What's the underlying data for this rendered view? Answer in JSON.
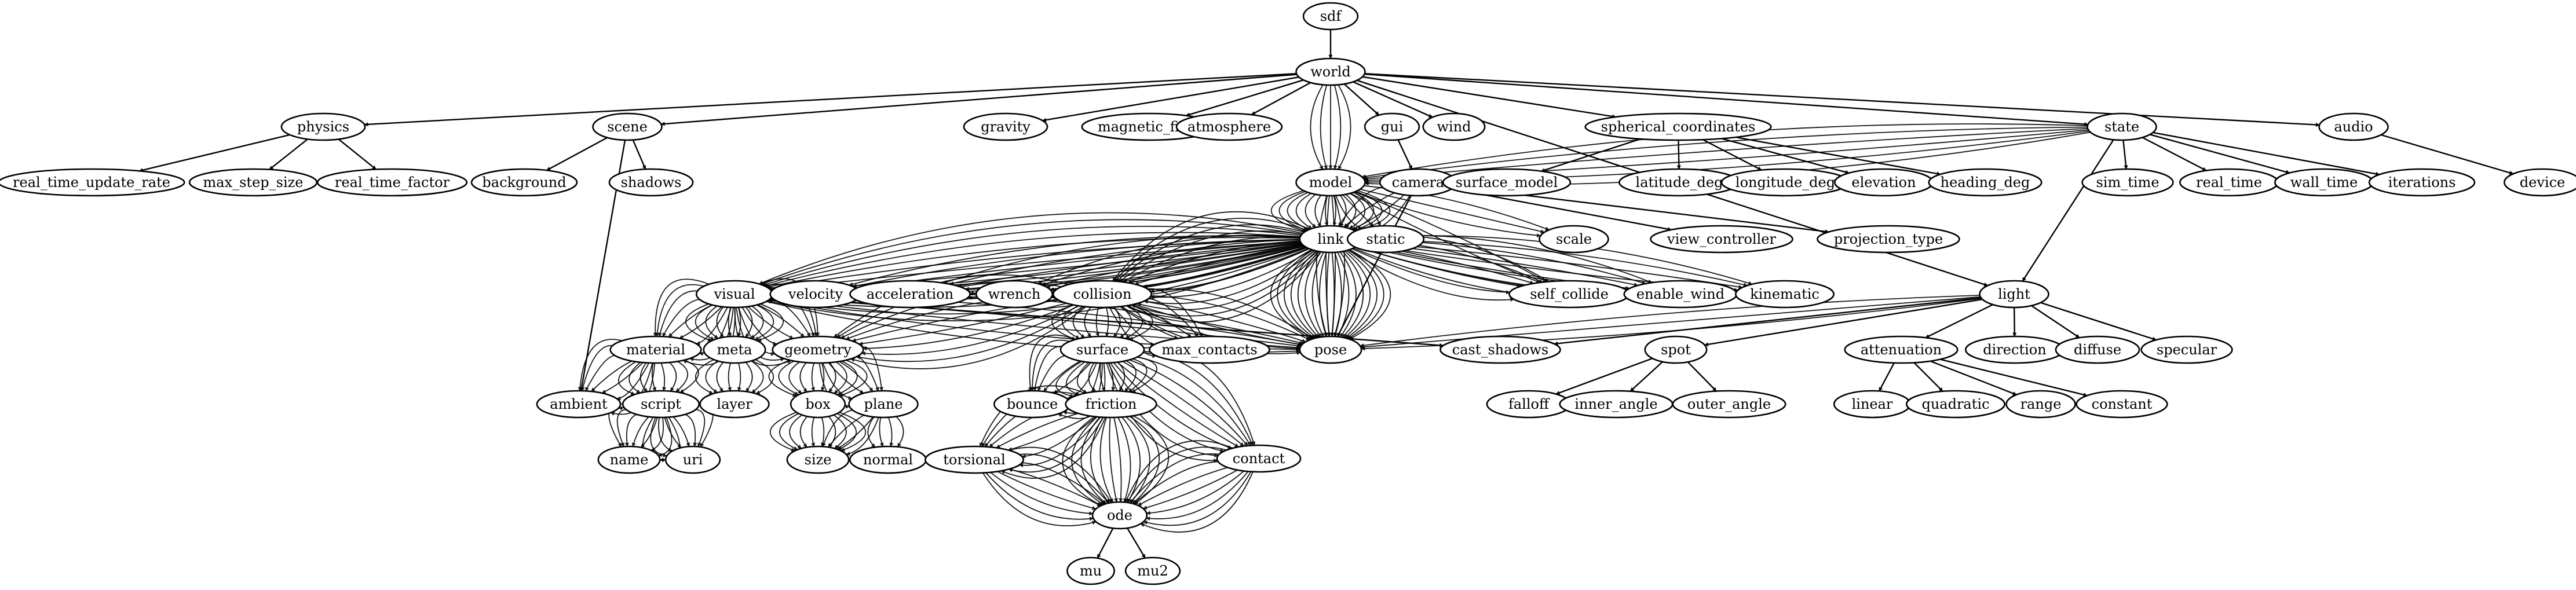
{
  "nodes": {
    "sdf": "sdf",
    "world": "world",
    "physics": "physics",
    "scene": "scene",
    "gravity": "gravity",
    "magnetic_field": "magnetic_field",
    "atmosphere": "atmosphere",
    "gui": "gui",
    "wind": "wind",
    "spherical_coordinates": "spherical_coordinates",
    "state": "state",
    "audio": "audio",
    "real_time_update_rate": "real_time_update_rate",
    "max_step_size": "max_step_size",
    "real_time_factor": "real_time_factor",
    "background": "background",
    "shadows": "shadows",
    "model": "model",
    "camera": "camera",
    "surface_model": "surface_model",
    "latitude_deg": "latitude_deg",
    "longitude_deg": "longitude_deg",
    "elevation": "elevation",
    "heading_deg": "heading_deg",
    "sim_time": "sim_time",
    "real_time": "real_time",
    "wall_time": "wall_time",
    "iterations": "iterations",
    "device": "device",
    "link": "link",
    "static": "static",
    "scale": "scale",
    "view_controller": "view_controller",
    "projection_type": "projection_type",
    "visual": "visual",
    "velocity": "velocity",
    "acceleration": "acceleration",
    "wrench": "wrench",
    "collision": "collision",
    "self_collide": "self_collide",
    "enable_wind": "enable_wind",
    "kinematic": "kinematic",
    "light": "light",
    "material": "material",
    "meta": "meta",
    "geometry": "geometry",
    "surface": "surface",
    "max_contacts": "max_contacts",
    "pose": "pose",
    "cast_shadows": "cast_shadows",
    "spot": "spot",
    "attenuation": "attenuation",
    "direction": "direction",
    "diffuse": "diffuse",
    "specular": "specular",
    "ambient": "ambient",
    "script": "script",
    "layer": "layer",
    "box": "box",
    "plane": "plane",
    "bounce": "bounce",
    "friction": "friction",
    "contact": "contact",
    "falloff": "falloff",
    "inner_angle": "inner_angle",
    "outer_angle": "outer_angle",
    "linear": "linear",
    "quadratic": "quadratic",
    "range": "range",
    "constant": "constant",
    "name": "name",
    "uri": "uri",
    "size": "size",
    "normal": "normal",
    "torsional": "torsional",
    "ode": "ode",
    "mu": "mu",
    "mu2": "mu2"
  },
  "edges": [
    [
      "sdf",
      "world",
      1
    ],
    [
      "world",
      "physics",
      1
    ],
    [
      "world",
      "scene",
      1
    ],
    [
      "world",
      "gravity",
      1
    ],
    [
      "world",
      "magnetic_field",
      1
    ],
    [
      "world",
      "atmosphere",
      1
    ],
    [
      "world",
      "gui",
      1
    ],
    [
      "world",
      "wind",
      1
    ],
    [
      "world",
      "spherical_coordinates",
      1
    ],
    [
      "world",
      "state",
      1
    ],
    [
      "world",
      "audio",
      1
    ],
    [
      "world",
      "model",
      5
    ],
    [
      "world",
      "light",
      1
    ],
    [
      "physics",
      "real_time_update_rate",
      1
    ],
    [
      "physics",
      "max_step_size",
      1
    ],
    [
      "physics",
      "real_time_factor",
      1
    ],
    [
      "scene",
      "background",
      1
    ],
    [
      "scene",
      "shadows",
      1
    ],
    [
      "scene",
      "ambient",
      1
    ],
    [
      "gui",
      "camera",
      1
    ],
    [
      "spherical_coordinates",
      "surface_model",
      1
    ],
    [
      "spherical_coordinates",
      "latitude_deg",
      1
    ],
    [
      "spherical_coordinates",
      "longitude_deg",
      1
    ],
    [
      "spherical_coordinates",
      "elevation",
      1
    ],
    [
      "spherical_coordinates",
      "heading_deg",
      1
    ],
    [
      "state",
      "model",
      6
    ],
    [
      "state",
      "sim_time",
      1
    ],
    [
      "state",
      "real_time",
      1
    ],
    [
      "state",
      "wall_time",
      1
    ],
    [
      "state",
      "iterations",
      1
    ],
    [
      "state",
      "light",
      1
    ],
    [
      "audio",
      "device",
      1
    ],
    [
      "model",
      "link",
      14
    ],
    [
      "model",
      "static",
      3
    ],
    [
      "model",
      "scale",
      3
    ],
    [
      "model",
      "pose",
      4
    ],
    [
      "model",
      "self_collide",
      2
    ],
    [
      "camera",
      "view_controller",
      1
    ],
    [
      "camera",
      "projection_type",
      1
    ],
    [
      "camera",
      "pose",
      1
    ],
    [
      "camera",
      "link",
      4
    ],
    [
      "link",
      "visual",
      14
    ],
    [
      "link",
      "velocity",
      6
    ],
    [
      "link",
      "acceleration",
      6
    ],
    [
      "link",
      "wrench",
      6
    ],
    [
      "link",
      "collision",
      14
    ],
    [
      "link",
      "self_collide",
      6
    ],
    [
      "link",
      "enable_wind",
      6
    ],
    [
      "link",
      "kinematic",
      6
    ],
    [
      "link",
      "pose",
      18
    ],
    [
      "visual",
      "material",
      10
    ],
    [
      "visual",
      "meta",
      10
    ],
    [
      "visual",
      "geometry",
      10
    ],
    [
      "visual",
      "pose",
      6
    ],
    [
      "visual",
      "cast_shadows",
      1
    ],
    [
      "collision",
      "geometry",
      10
    ],
    [
      "collision",
      "surface",
      10
    ],
    [
      "collision",
      "max_contacts",
      6
    ],
    [
      "collision",
      "pose",
      6
    ],
    [
      "light",
      "pose",
      3
    ],
    [
      "light",
      "cast_shadows",
      1
    ],
    [
      "light",
      "spot",
      1
    ],
    [
      "light",
      "attenuation",
      1
    ],
    [
      "light",
      "direction",
      1
    ],
    [
      "light",
      "diffuse",
      1
    ],
    [
      "light",
      "specular",
      1
    ],
    [
      "material",
      "ambient",
      8
    ],
    [
      "material",
      "script",
      8
    ],
    [
      "meta",
      "layer",
      8
    ],
    [
      "geometry",
      "box",
      10
    ],
    [
      "geometry",
      "plane",
      6
    ],
    [
      "script",
      "name",
      8
    ],
    [
      "script",
      "uri",
      8
    ],
    [
      "box",
      "size",
      10
    ],
    [
      "plane",
      "size",
      4
    ],
    [
      "plane",
      "normal",
      4
    ],
    [
      "surface",
      "bounce",
      10
    ],
    [
      "surface",
      "friction",
      10
    ],
    [
      "surface",
      "contact",
      10
    ],
    [
      "friction",
      "torsional",
      10
    ],
    [
      "friction",
      "ode",
      12
    ],
    [
      "torsional",
      "ode",
      8
    ],
    [
      "contact",
      "ode",
      10
    ],
    [
      "spot",
      "falloff",
      1
    ],
    [
      "spot",
      "inner_angle",
      1
    ],
    [
      "spot",
      "outer_angle",
      1
    ],
    [
      "attenuation",
      "linear",
      1
    ],
    [
      "attenuation",
      "quadratic",
      1
    ],
    [
      "attenuation",
      "range",
      1
    ],
    [
      "attenuation",
      "constant",
      1
    ],
    [
      "ode",
      "mu",
      1
    ],
    [
      "ode",
      "mu2",
      1
    ]
  ]
}
